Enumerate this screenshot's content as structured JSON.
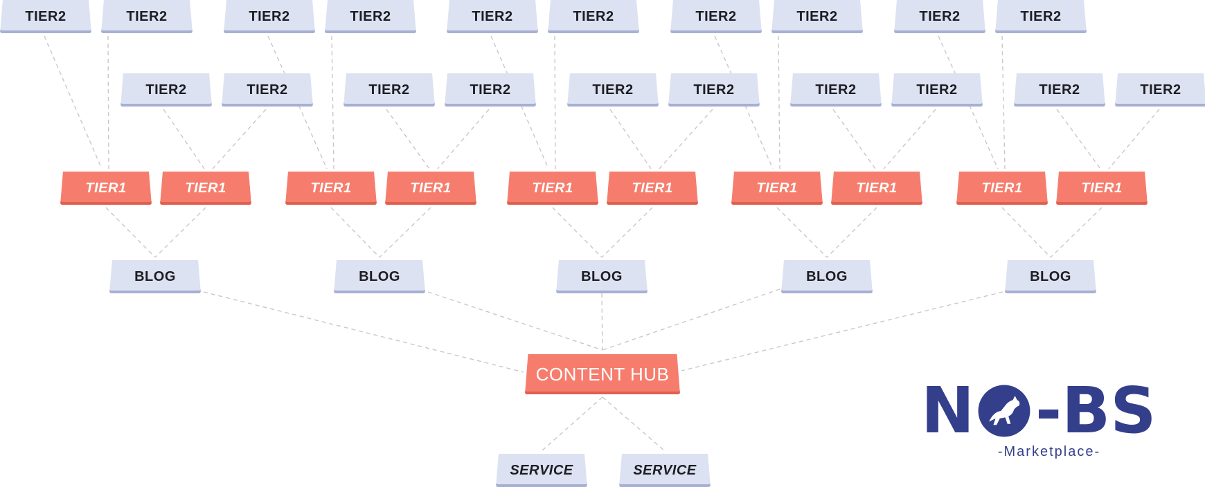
{
  "diagram": {
    "hub": "CONTENT HUB",
    "services": [
      "SERVICE",
      "SERVICE"
    ],
    "blogs": [
      "BLOG",
      "BLOG",
      "BLOG",
      "BLOG",
      "BLOG"
    ],
    "tier1": [
      "TIER1",
      "TIER1",
      "TIER1",
      "TIER1",
      "TIER1",
      "TIER1",
      "TIER1",
      "TIER1",
      "TIER1",
      "TIER1"
    ],
    "tier2": [
      "TIER2",
      "TIER2",
      "TIER2",
      "TIER2",
      "TIER2",
      "TIER2",
      "TIER2",
      "TIER2",
      "TIER2",
      "TIER2",
      "TIER2",
      "TIER2",
      "TIER2",
      "TIER2",
      "TIER2",
      "TIER2",
      "TIER2",
      "TIER2",
      "TIER2",
      "TIER2"
    ]
  },
  "logo": {
    "text_left": "N",
    "text_right": "-BS",
    "subtitle": "-Marketplace-",
    "emblem_icon": "bull-icon"
  },
  "colors": {
    "primary_node": "#f67d6d",
    "secondary_node": "#dce2f1",
    "connector": "#c8c8c8",
    "brand": "#343f8c"
  }
}
